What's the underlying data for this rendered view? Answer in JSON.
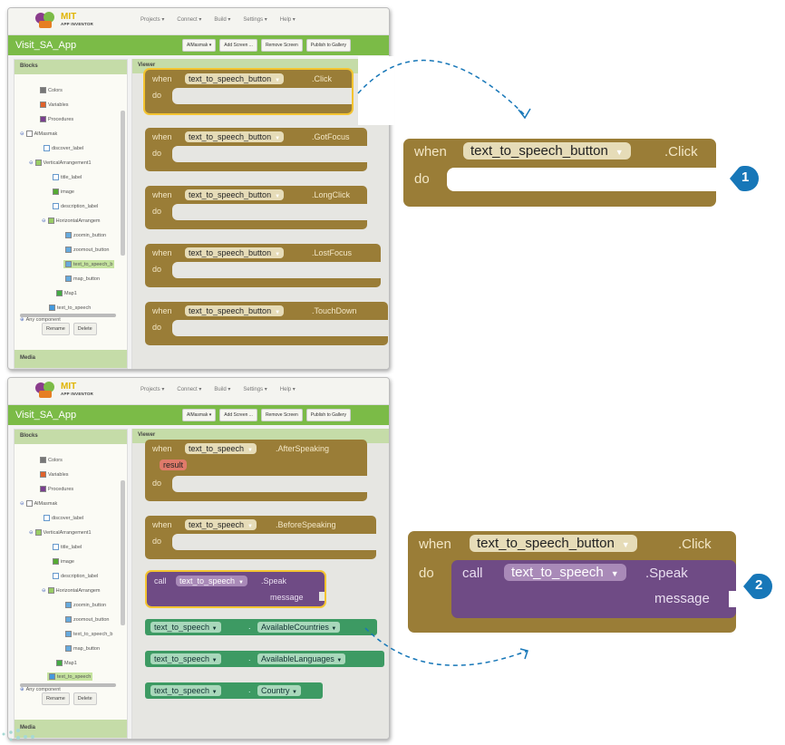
{
  "app": {
    "logo_text": "MIT",
    "logo_sub": "APP INVENTOR",
    "menu": [
      "Projects ▾",
      "Connect ▾",
      "Build ▾",
      "Settings ▾",
      "Help ▾"
    ],
    "project_title": "Visit_SA_App",
    "screen_button": "AlMasmak ▾",
    "add_screen": "Add Screen ...",
    "remove_screen": "Remove Screen",
    "publish": "Publish to Gallery",
    "blocks_header": "Blocks",
    "viewer_header": "Viewer",
    "media_header": "Media",
    "rename": "Rename",
    "delete": "Delete"
  },
  "tree": {
    "colors": "Colors",
    "variables": "Variables",
    "procedures": "Procedures",
    "screen": "AlMasmak",
    "discover_label": "discover_label",
    "vertical": "VerticalArrangement1",
    "title_label": "title_label",
    "image": "image",
    "description_label": "description_label",
    "horizontal": "HorizontalArrangem",
    "zoomin": "zoomin_button",
    "zoomout": "zoomout_button",
    "tts_button": "text_to_speech_b",
    "map_button": "map_button",
    "map1": "Map1",
    "tts": "text_to_speech",
    "any": "Any component"
  },
  "blocks": {
    "when": "when",
    "do": "do",
    "call": "call",
    "component_button": "text_to_speech_button",
    "component_tts": "text_to_speech",
    "events_button": [
      ".Click",
      ".GotFocus",
      ".LongClick",
      ".LostFocus",
      ".TouchDown"
    ],
    "after_speaking": ".AfterSpeaking",
    "result": "result",
    "before_speaking": ".BeforeSpeaking",
    "speak": ".Speak",
    "message": "message",
    "dot": ".",
    "props": [
      "AvailableCountries",
      "AvailableLanguages",
      "Country"
    ]
  },
  "callouts": {
    "step1": "1",
    "step2": "2"
  },
  "colors": {
    "event_block": "#9a7d37",
    "call_block": "#6f4b85",
    "getter_block": "#3d9a63",
    "toolbar_green": "#7bbb47",
    "panel_header": "#c5dca8",
    "callout_blue": "#1777b8",
    "selected_outline": "#f4c430"
  }
}
